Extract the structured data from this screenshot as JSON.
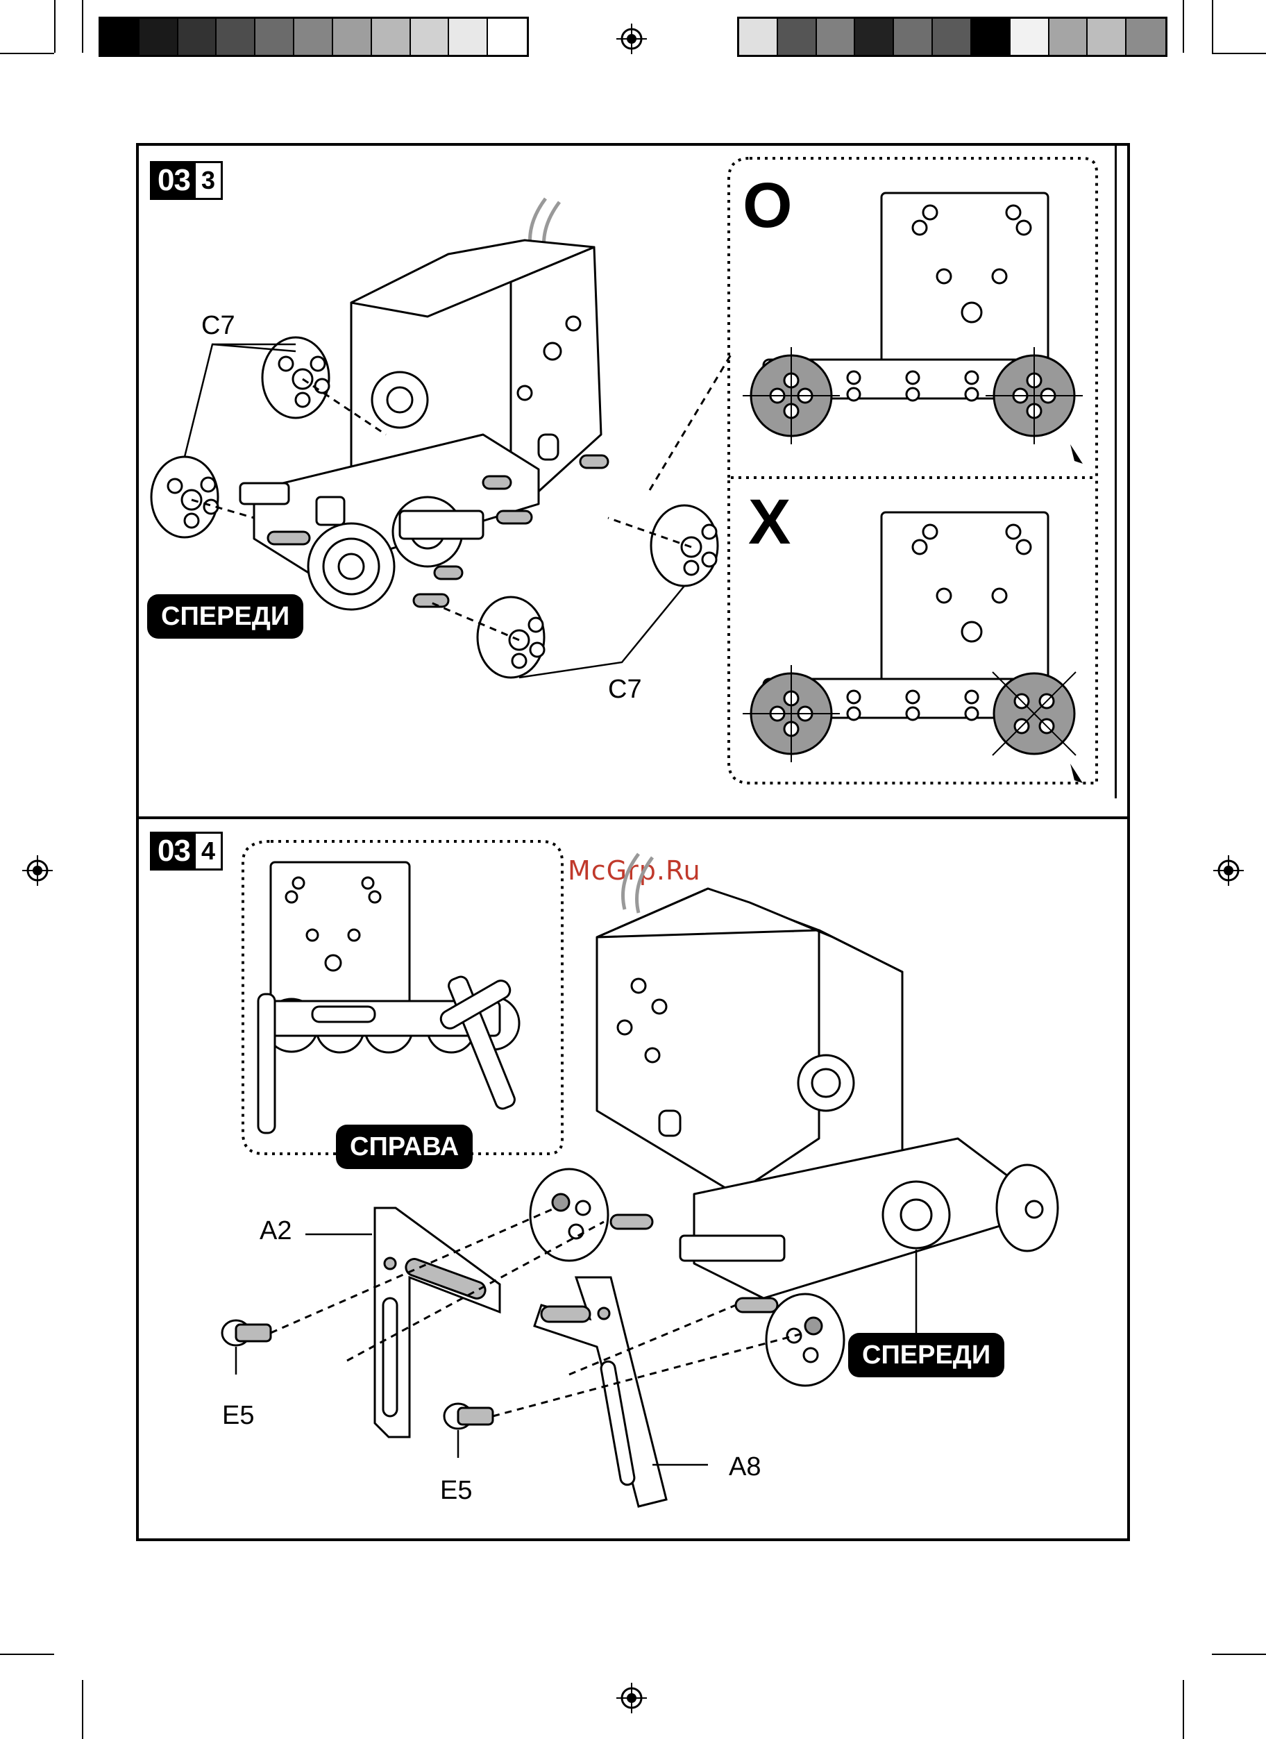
{
  "watermark": "McGrp.Ru",
  "step_top": {
    "number": "03",
    "substep": "3",
    "label_front": "СПЕРЕДИ",
    "part_label_upper": "C7",
    "part_label_lower": "C7",
    "correct_mark": "O",
    "wrong_mark": "X"
  },
  "step_bottom": {
    "number": "03",
    "substep": "4",
    "label_right": "СПРАВА",
    "label_front": "СПЕРЕДИ",
    "parts": {
      "a2": "A2",
      "a8": "A8",
      "e5_left": "E5",
      "e5_right": "E5"
    }
  },
  "colors": {
    "ink": "#000000",
    "gray_wheel": "#9a9a9a",
    "watermark": "#c0392b"
  },
  "swatches_left": [
    "#000000",
    "#1a1a1a",
    "#333333",
    "#4d4d4d",
    "#6b6b6b",
    "#858585",
    "#9e9e9e",
    "#b8b8b8",
    "#d1d1d1",
    "#e8e8e8",
    "#ffffff"
  ],
  "swatches_right": [
    "#e0e0e0",
    "#555555",
    "#808080",
    "#222222",
    "#6e6e6e",
    "#5a5a5a",
    "#000000",
    "#f2f2f2",
    "#a5a5a5",
    "#bdbdbd",
    "#8c8c8c"
  ]
}
